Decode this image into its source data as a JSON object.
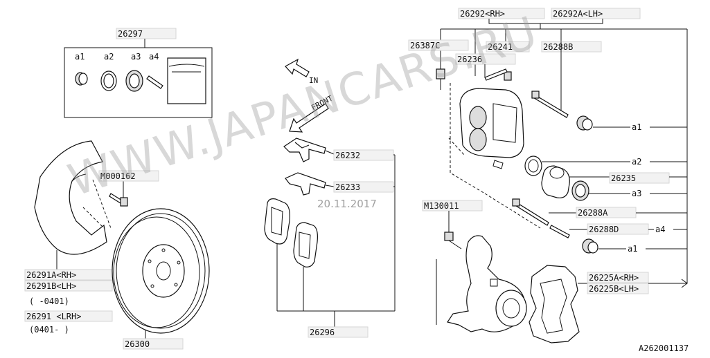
{
  "watermark": {
    "site": "WWW.JAPANCARS.RU",
    "date": "20.11.2017"
  },
  "labels": {
    "p26297": "26297",
    "a1_kit": "a1",
    "a2_kit": "a2",
    "a3_kit": "a3",
    "a4_kit": "a4",
    "p26292": "26292<RH>",
    "p26292a": "26292A<LH>",
    "p26387c": "26387C",
    "p26241": "26241",
    "p26288b": "26288B",
    "p26236": "26236",
    "a1_right_top": "a1",
    "a2_right": "a2",
    "p26235": "26235",
    "a3_right": "a3",
    "p26288a": "26288A",
    "p26288d": "26288D",
    "a4_right": "a4",
    "a1_right_bottom": "a1",
    "p26225a": "26225A<RH>",
    "p26225b": "26225B<LH>",
    "p26232": "26232",
    "p26233": "26233",
    "p26296": "26296",
    "m130011": "M130011",
    "m000162": "M000162",
    "p26291a": "26291A<RH>",
    "p26291b": "26291B<LH>",
    "range1": "(    -0401)",
    "p26291": "26291  <LRH>",
    "range2": "(0401-    )",
    "p26300": "26300",
    "arrow_in": "IN",
    "arrow_front": "FRONT",
    "diagram_id": "A262001137"
  }
}
